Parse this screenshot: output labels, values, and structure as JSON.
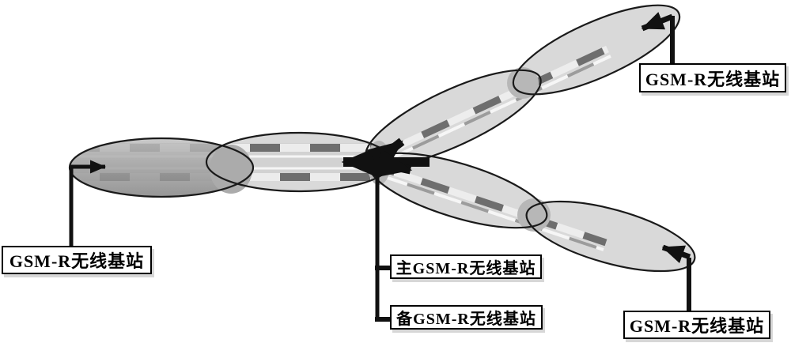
{
  "figure": {
    "description": "GSM-R railway redundant radio coverage diagram: overlapping elliptical base-station cells along a branching railway line with main and backup stations at the junction",
    "labels": {
      "left_station": "GSM-R无线基站",
      "top_right_station": "GSM-R无线基站",
      "bottom_right_station": "GSM-R无线基站",
      "main_station": "主GSM-R无线基站",
      "backup_station": "备GSM-R无线基站"
    },
    "colors": {
      "cell_fill": "#d9d9d9",
      "cell_outline": "#1a1a1a",
      "left_cell_top": "#bfbfbf",
      "left_cell_mid": "#9e9e9e",
      "left_cell_bottom": "#828282",
      "overlap_fill": "#ababab",
      "roadbed": "#d2d2d2",
      "rail_dark": "#6e6e6e",
      "rail_light": "#ececec",
      "arrow": "#111111",
      "connector": "#111111",
      "label_bg": "#ffffff",
      "label_border": "#000000"
    }
  }
}
